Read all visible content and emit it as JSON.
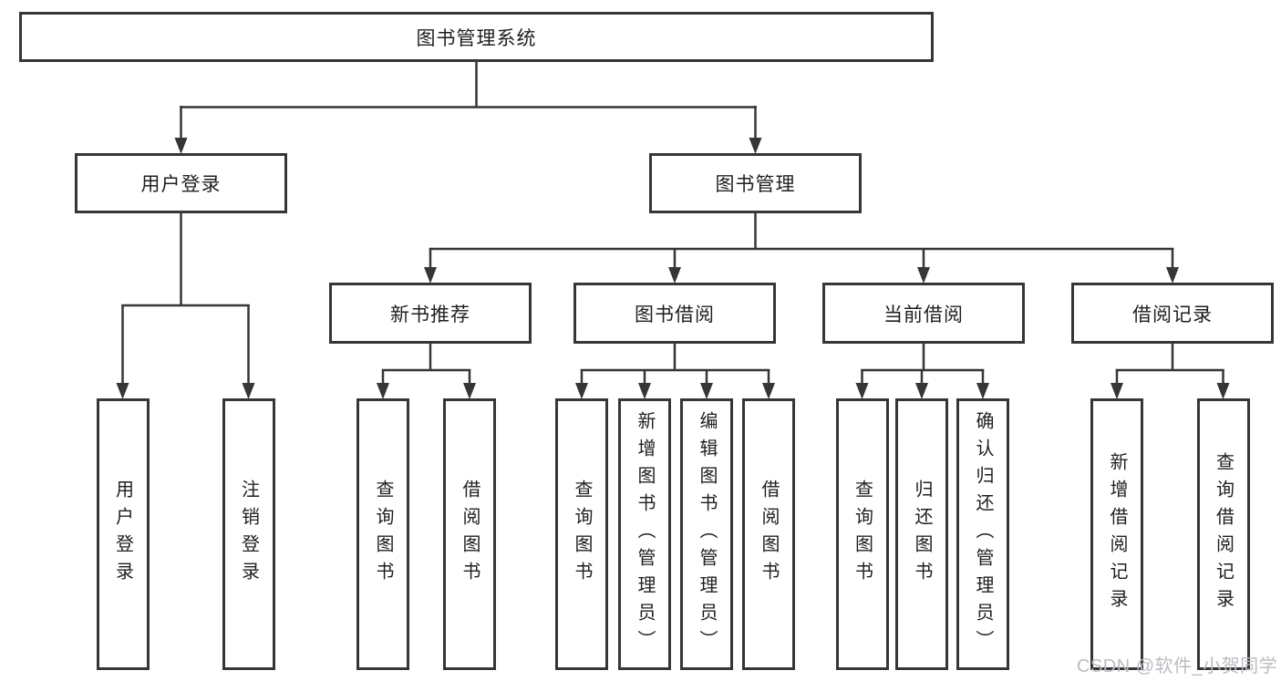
{
  "diagram": {
    "root": {
      "label": "图书管理系统"
    },
    "user_login": {
      "label": "用户登录",
      "children": [
        {
          "label": "用户登录"
        },
        {
          "label": "注销登录"
        }
      ]
    },
    "book_management": {
      "label": "图书管理",
      "sections": [
        {
          "label": "新书推荐",
          "children": [
            {
              "label": "查询图书"
            },
            {
              "label": "借阅图书"
            }
          ]
        },
        {
          "label": "图书借阅",
          "children": [
            {
              "label": "查询图书"
            },
            {
              "label": "新增图书（管理员）"
            },
            {
              "label": "编辑图书（管理员）"
            },
            {
              "label": "借阅图书"
            }
          ]
        },
        {
          "label": "当前借阅",
          "children": [
            {
              "label": "查询图书"
            },
            {
              "label": "归还图书"
            },
            {
              "label": "确认归还（管理员）"
            }
          ]
        },
        {
          "label": "借阅记录",
          "children": [
            {
              "label": "新增借阅记录"
            },
            {
              "label": "查询借阅记录"
            }
          ]
        }
      ]
    }
  },
  "watermark": {
    "text": "CSDN @软件_小贺同学"
  },
  "colors": {
    "line": "#363636",
    "box_border": "#363636",
    "box_background": "#ffffff",
    "text": "#1f1f1f",
    "watermark": "#b9bdc2"
  }
}
